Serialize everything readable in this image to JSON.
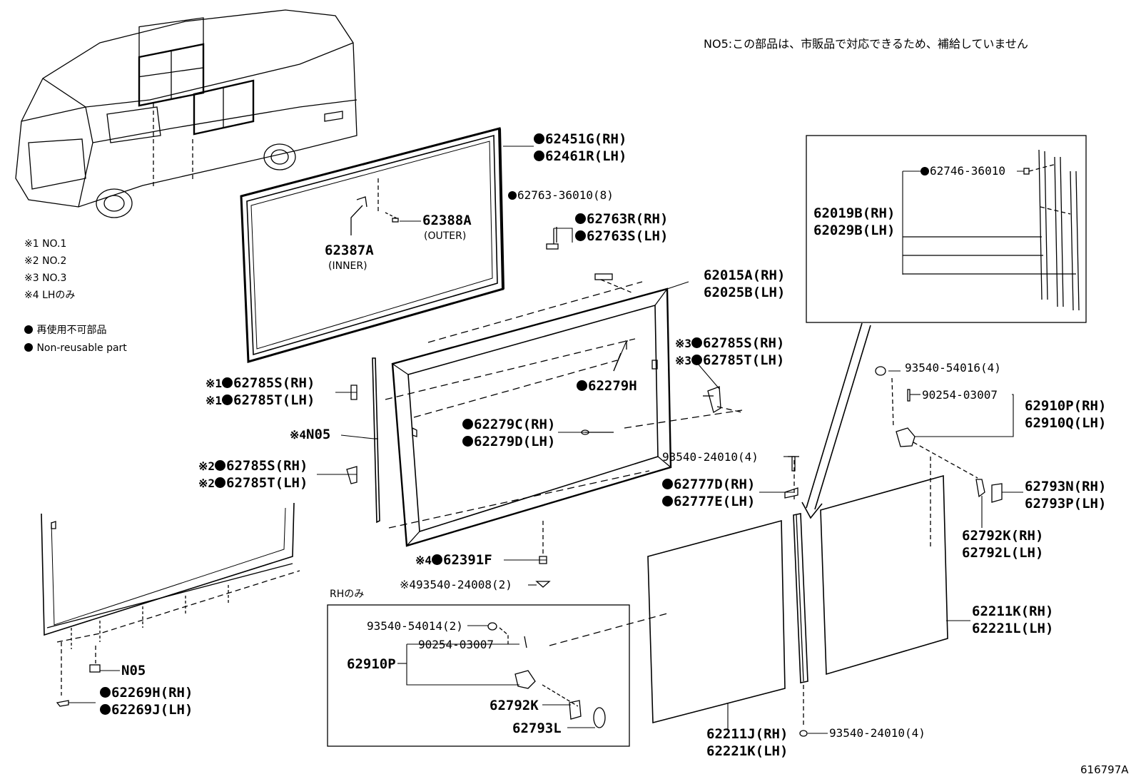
{
  "note_top": "NO5:この部品は、市販品で対応できるため、補給していません",
  "diagram_id": "616797A",
  "legend": {
    "items": [
      "※1  NO.1",
      "※2  NO.2",
      "※3  NO.3",
      "※4  LHのみ"
    ],
    "nonreusable_jp": "再使用不可部品",
    "nonreusable_en": "Non-reusable part"
  },
  "rh_only_label": "RHのみ",
  "parts": {
    "p62451G": "62451G(RH)",
    "p62461R": "62461R(LH)",
    "p62763_36010": "62763-36010(8)",
    "p62763R": "62763R(RH)",
    "p62763S": "62763S(LH)",
    "p62388A": "62388A",
    "outer": "(OUTER)",
    "p62387A": "62387A",
    "inner": "(INNER)",
    "p62015A": "62015A(RH)",
    "p62025B": "62025B(LH)",
    "p62785S_3": "62785S(RH)",
    "p62785T_3": "62785T(LH)",
    "m3": "※3",
    "p62279H": "62279H",
    "p62785S_1": "62785S(RH)",
    "p62785T_1": "62785T(LH)",
    "m1": "※1",
    "no5_a": "N05",
    "m4": "※4",
    "p62279C": "62279C(RH)",
    "p62279D": "62279D(LH)",
    "p62785S_2": "62785S(RH)",
    "p62785T_2": "62785T(LH)",
    "m2": "※2",
    "p93540_24010a": "93540-24010(4)",
    "p62777D": "62777D(RH)",
    "p62777E": "62777E(LH)",
    "p62391F": "62391F",
    "p93540_24008": "93540-24008(2)",
    "no5_b": "N05",
    "p62269H": "62269H(RH)",
    "p62269J": "62269J(LH)",
    "p62746": "62746-36010",
    "p62019B": "62019B(RH)",
    "p62029B": "62029B(LH)",
    "p93540_54016": "93540-54016(4)",
    "p90254_a": "90254-03007",
    "p62910P": "62910P(RH)",
    "p62910Q": "62910Q(LH)",
    "p62793N": "62793N(RH)",
    "p62793P": "62793P(LH)",
    "p62792K": "62792K(RH)",
    "p62792L": "62792L(LH)",
    "p62211K": "62211K(RH)",
    "p62221L": "62221L(LH)",
    "p62211J": "62211J(RH)",
    "p62221K": "62221K(LH)",
    "p93540_24010b": "93540-24010(4)",
    "p93540_54014": "93540-54014(2)",
    "p90254_b": "90254-03007",
    "p62910P_b": "62910P",
    "p62792K_b": "62792K",
    "p62793L": "62793L"
  }
}
